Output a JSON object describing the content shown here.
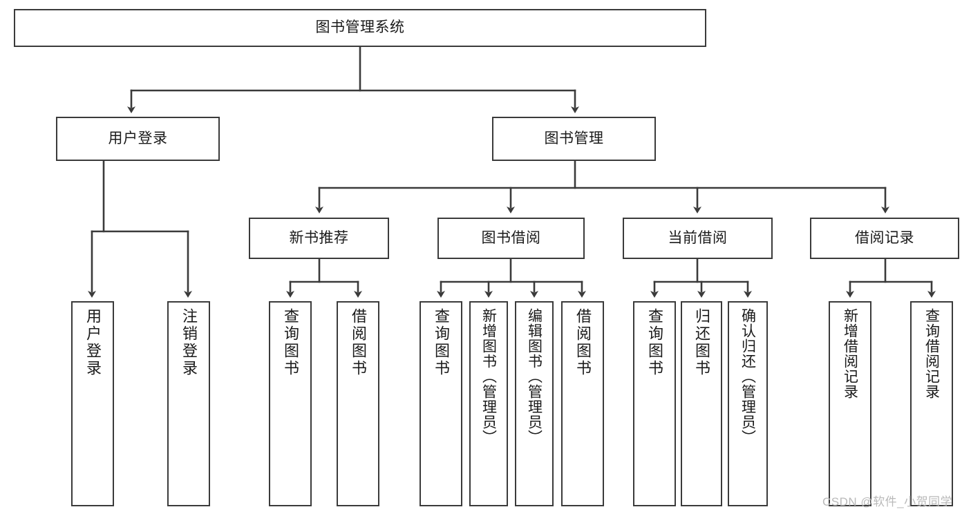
{
  "title": "图书管理系统",
  "watermark": "CSDN @软件_小贺同学",
  "colors": {
    "box_border": "#3a3a3a",
    "edge": "#3a3a3a",
    "text": "#1a1a1a",
    "background": "#ffffff",
    "watermark": "#b9b9b9"
  },
  "chart_data": {
    "type": "diagram",
    "diagram_kind": "tree-hierarchy",
    "title": "图书管理系统",
    "orientation": "top-down",
    "levels": 4,
    "nodes": [
      {
        "id": "root",
        "label": "图书管理系统",
        "level": 0,
        "parent": null
      },
      {
        "id": "n1",
        "label": "用户登录",
        "level": 1,
        "parent": "root"
      },
      {
        "id": "n2",
        "label": "图书管理",
        "level": 1,
        "parent": "root"
      },
      {
        "id": "n1a",
        "label": "用户登录",
        "level": 2,
        "parent": "n1"
      },
      {
        "id": "n1b",
        "label": "注销登录",
        "level": 2,
        "parent": "n1"
      },
      {
        "id": "n2a",
        "label": "新书推荐",
        "level": 2,
        "parent": "n2"
      },
      {
        "id": "n2b",
        "label": "图书借阅",
        "level": 2,
        "parent": "n2"
      },
      {
        "id": "n2c",
        "label": "当前借阅",
        "level": 2,
        "parent": "n2"
      },
      {
        "id": "n2d",
        "label": "借阅记录",
        "level": 2,
        "parent": "n2"
      },
      {
        "id": "n2a1",
        "label": "查询图书",
        "level": 3,
        "parent": "n2a"
      },
      {
        "id": "n2a2",
        "label": "借阅图书",
        "level": 3,
        "parent": "n2a"
      },
      {
        "id": "n2b1",
        "label": "查询图书",
        "level": 3,
        "parent": "n2b"
      },
      {
        "id": "n2b2",
        "label": "新增图书（管理员）",
        "level": 3,
        "parent": "n2b"
      },
      {
        "id": "n2b3",
        "label": "编辑图书（管理员）",
        "level": 3,
        "parent": "n2b"
      },
      {
        "id": "n2b4",
        "label": "借阅图书",
        "level": 3,
        "parent": "n2b"
      },
      {
        "id": "n2c1",
        "label": "查询图书",
        "level": 3,
        "parent": "n2c"
      },
      {
        "id": "n2c2",
        "label": "归还图书",
        "level": 3,
        "parent": "n2c"
      },
      {
        "id": "n2c3",
        "label": "确认归还（管理员）",
        "level": 3,
        "parent": "n2c"
      },
      {
        "id": "n2d1",
        "label": "新增借阅记录",
        "level": 3,
        "parent": "n2d"
      },
      {
        "id": "n2d2",
        "label": "查询借阅记录",
        "level": 3,
        "parent": "n2d"
      }
    ]
  },
  "nodes": {
    "root": {
      "label": "图书管理系统"
    },
    "n1": {
      "label": "用户登录"
    },
    "n2": {
      "label": "图书管理"
    },
    "n1a": {
      "label": "用户登录"
    },
    "n1b": {
      "label": "注销登录"
    },
    "n2a": {
      "label": "新书推荐"
    },
    "n2b": {
      "label": "图书借阅"
    },
    "n2c": {
      "label": "当前借阅"
    },
    "n2d": {
      "label": "借阅记录"
    },
    "n2a1": {
      "label": "查询图书"
    },
    "n2a2": {
      "label": "借阅图书"
    },
    "n2b1": {
      "label": "查询图书"
    },
    "n2b2": {
      "label": "新增图书（管理员）"
    },
    "n2b3": {
      "label": "编辑图书（管理员）"
    },
    "n2b4": {
      "label": "借阅图书"
    },
    "n2c1": {
      "label": "查询图书"
    },
    "n2c2": {
      "label": "归还图书"
    },
    "n2c3": {
      "label": "确认归还（管理员）"
    },
    "n2d1": {
      "label": "新增借阅记录"
    },
    "n2d2": {
      "label": "查询借阅记录"
    }
  }
}
